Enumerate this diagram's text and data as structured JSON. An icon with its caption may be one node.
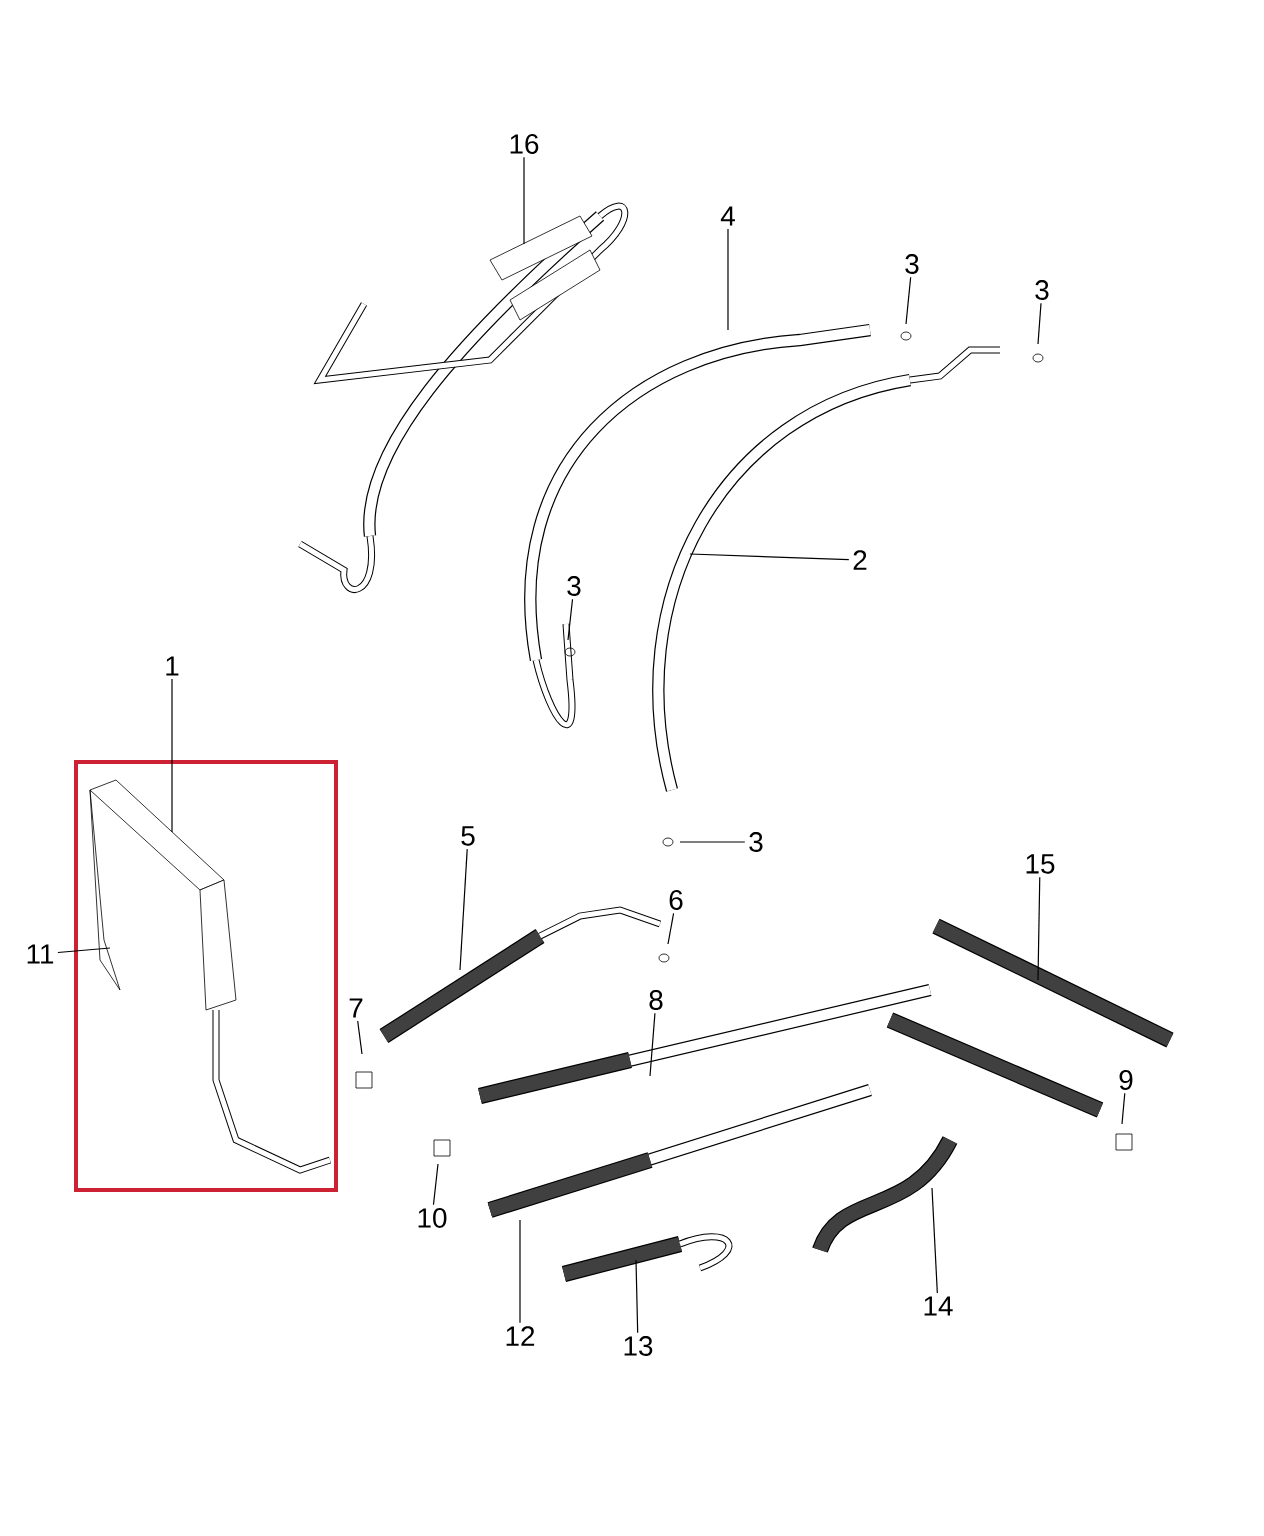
{
  "diagram": {
    "nodes": [
      {
        "text": [
          "16"
        ]
      },
      {
        "text": [
          "4"
        ]
      },
      {
        "text": [
          "3"
        ]
      },
      {
        "text": [
          "3"
        ]
      },
      {
        "text": [
          "2"
        ]
      },
      {
        "text": [
          "3"
        ]
      },
      {
        "text": [
          "1"
        ]
      },
      {
        "text": [
          "3"
        ]
      },
      {
        "text": [
          "5"
        ]
      },
      {
        "text": [
          "15"
        ]
      },
      {
        "text": [
          "6"
        ]
      },
      {
        "text": [
          "11"
        ]
      },
      {
        "text": [
          "8"
        ]
      },
      {
        "text": [
          "7"
        ]
      },
      {
        "text": [
          "9"
        ]
      },
      {
        "text": [
          "10"
        ]
      },
      {
        "text": [
          "14"
        ]
      },
      {
        "text": [
          "12"
        ]
      },
      {
        "text": [
          "13"
        ]
      },
      {
        "text": [],
        "shape": "picture"
      }
    ],
    "edges": [
      {
        "from": 0,
        "to": null,
        "arrow": "none"
      },
      {
        "from": 1,
        "to": null,
        "arrow": "none"
      },
      {
        "from": 2,
        "to": null,
        "arrow": "none"
      },
      {
        "from": 3,
        "to": null,
        "arrow": "none"
      },
      {
        "from": 4,
        "to": null,
        "arrow": "none"
      },
      {
        "from": 5,
        "to": null,
        "arrow": "none"
      },
      {
        "from": 6,
        "to": 19,
        "arrow": "none"
      },
      {
        "from": 7,
        "to": null,
        "arrow": "none"
      },
      {
        "from": 8,
        "to": null,
        "arrow": "none"
      },
      {
        "from": 9,
        "to": null,
        "arrow": "none"
      },
      {
        "from": 10,
        "to": null,
        "arrow": "none"
      },
      {
        "from": 11,
        "to": 19,
        "arrow": "none"
      },
      {
        "from": 12,
        "to": null,
        "arrow": "none"
      },
      {
        "from": 13,
        "to": null,
        "arrow": "none"
      },
      {
        "from": 14,
        "to": null,
        "arrow": "none"
      },
      {
        "from": 15,
        "to": null,
        "arrow": "none"
      },
      {
        "from": 16,
        "to": null,
        "arrow": "none"
      },
      {
        "from": 17,
        "to": null,
        "arrow": "none"
      },
      {
        "from": 18,
        "to": null,
        "arrow": "none"
      }
    ]
  }
}
